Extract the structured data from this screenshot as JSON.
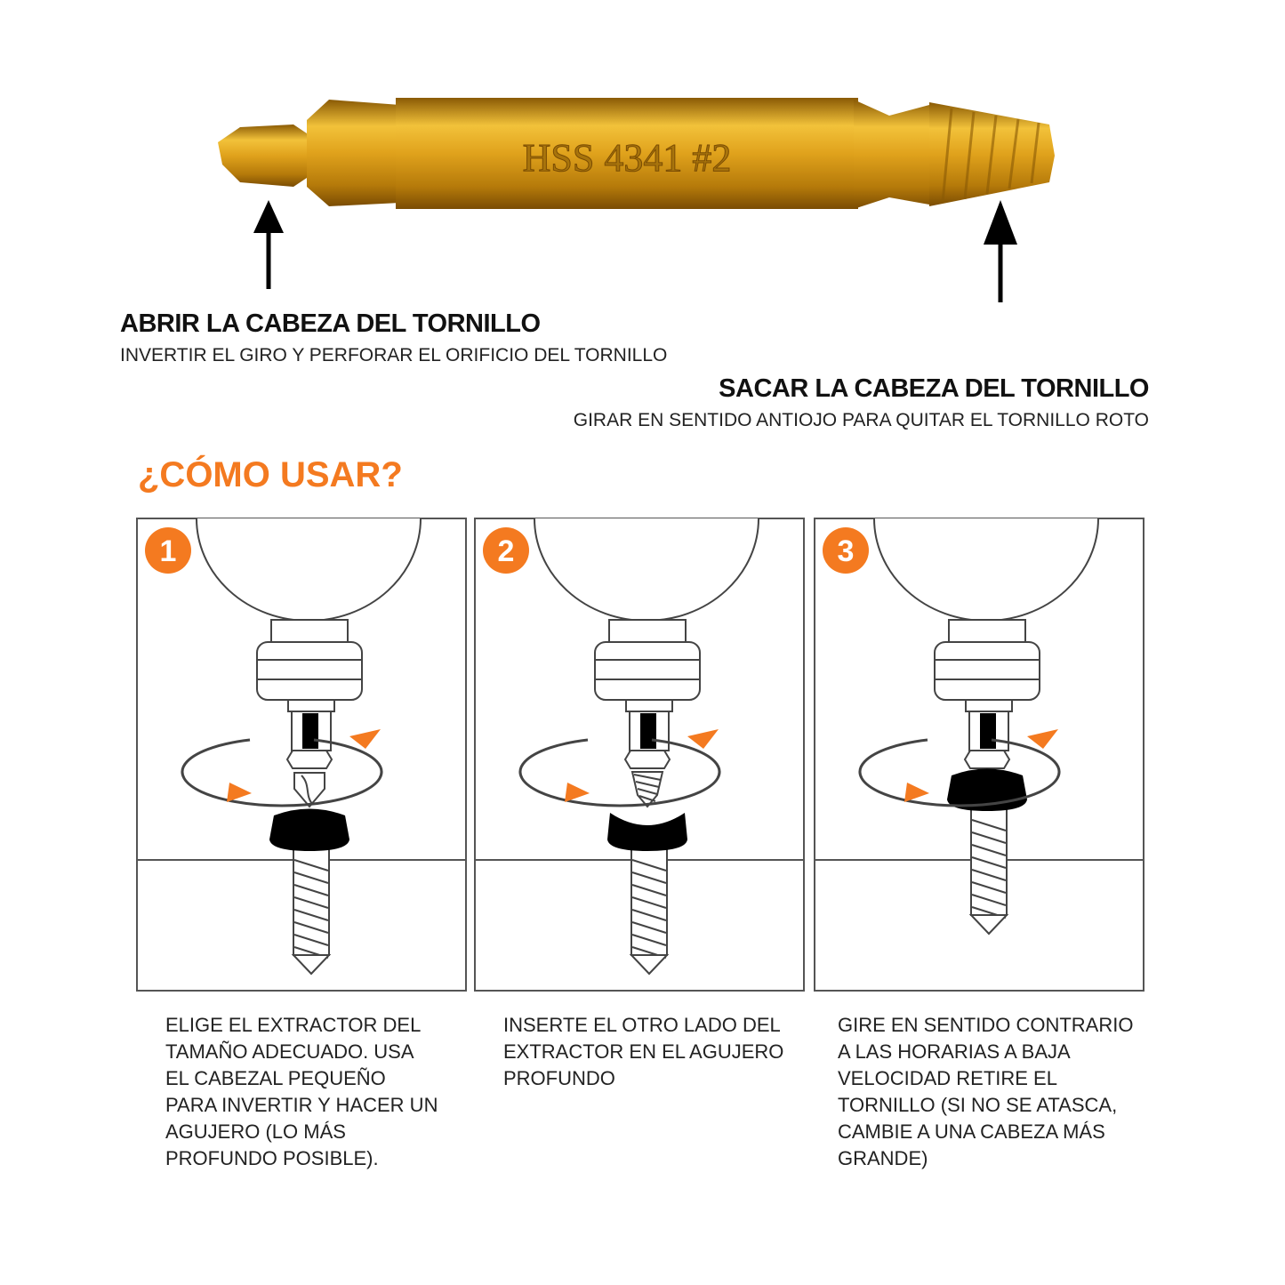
{
  "product": {
    "engraving": "HSS 4341 #2"
  },
  "callouts": [
    {
      "title": "ABRIR LA CABEZA DEL TORNILLO",
      "subtitle": "INVERTIR EL GIRO Y PERFORAR EL ORIFICIO DEL TORNILLO"
    },
    {
      "title": "SACAR LA CABEZA DEL TORNILLO",
      "subtitle": "GIRAR EN SENTIDO ANTIOJO PARA QUITAR EL TORNILLO ROTO"
    }
  ],
  "howto": {
    "title": "¿CÓMO USAR?"
  },
  "colors": {
    "accent": "#f47a20",
    "gold": "#d9a21a"
  },
  "steps": [
    {
      "number": "1",
      "lines": [
        "ELIGE EL EXTRACTOR DEL",
        "TAMAÑO ADECUADO. USA",
        "EL CABEZAL PEQUEÑO",
        "PARA INVERTIR Y HACER UN",
        "AGUJERO (LO MÁS",
        "PROFUNDO POSIBLE)."
      ]
    },
    {
      "number": "2",
      "lines": [
        "INSERTE EL OTRO LADO DEL",
        "EXTRACTOR EN EL AGUJERO",
        "PROFUNDO"
      ]
    },
    {
      "number": "3",
      "lines": [
        "GIRE EN SENTIDO CONTRARIO",
        "A LAS HORARIAS A BAJA",
        "VELOCIDAD RETIRE EL",
        "TORNILLO (SI NO SE ATASCA,",
        "CAMBIE A UNA CABEZA MÁS",
        "GRANDE)"
      ]
    }
  ]
}
